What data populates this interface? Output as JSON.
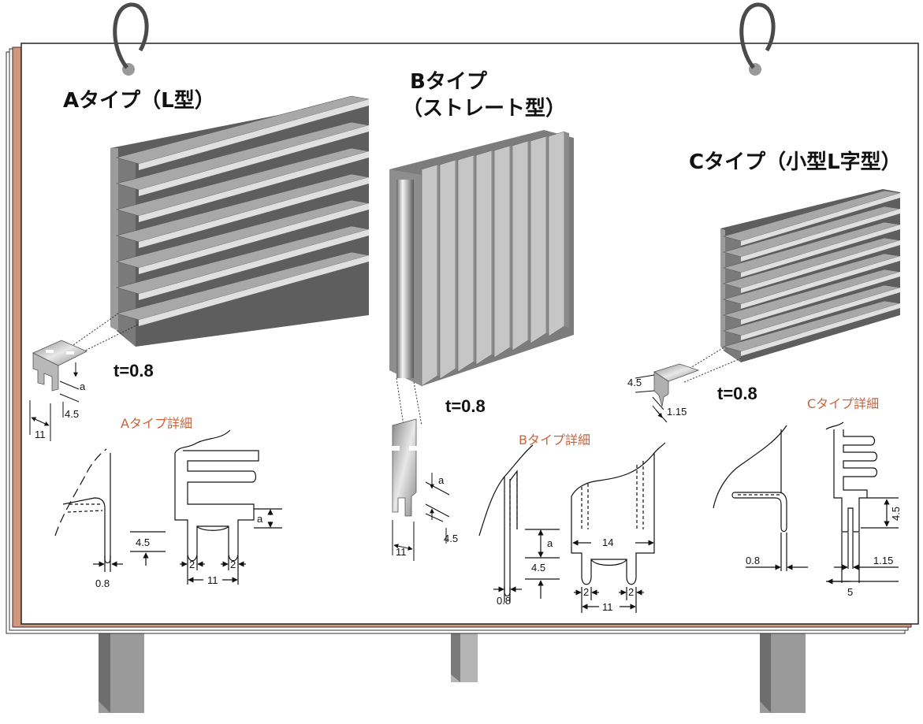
{
  "type_a": {
    "title": "Aタイプ（L型）",
    "thickness": "t=0.8",
    "detail_label": "Aタイプ詳細",
    "dims": {
      "tab_a": "a",
      "tab_45": "4.5",
      "tab_11": "11",
      "det_a": "a",
      "det_45": "4.5",
      "det_08": "0.8",
      "det_2a": "2",
      "det_2b": "2",
      "det_11": "11"
    }
  },
  "type_b": {
    "title_line1": "Bタイプ",
    "title_line2": "（ストレート型）",
    "thickness": "t=0.8",
    "detail_label": "Bタイプ詳細",
    "dims": {
      "tab_a": "a",
      "tab_45": "4.5",
      "tab_11": "11",
      "det_a": "a",
      "det_45": "4.5",
      "det_08": "0.8",
      "det_14": "14",
      "det_2a": "2",
      "det_2b": "2",
      "det_11": "11"
    }
  },
  "type_c": {
    "title": "Cタイプ（小型L字型）",
    "thickness": "t=0.8",
    "detail_label": "Cタイプ詳細",
    "dims": {
      "tab_45": "4.5",
      "tab_115": "1.15",
      "det_08": "0.8",
      "det_45": "4.5",
      "det_115": "1.15",
      "det_5": "5"
    }
  },
  "colors": {
    "board_edge": "#d4967a",
    "accent_label": "#c8643c",
    "fin_light": "#a8a8a8",
    "fin_dark": "#6e6e6e",
    "ring": "#4a4a4a",
    "leg": "#9a9a9a"
  }
}
